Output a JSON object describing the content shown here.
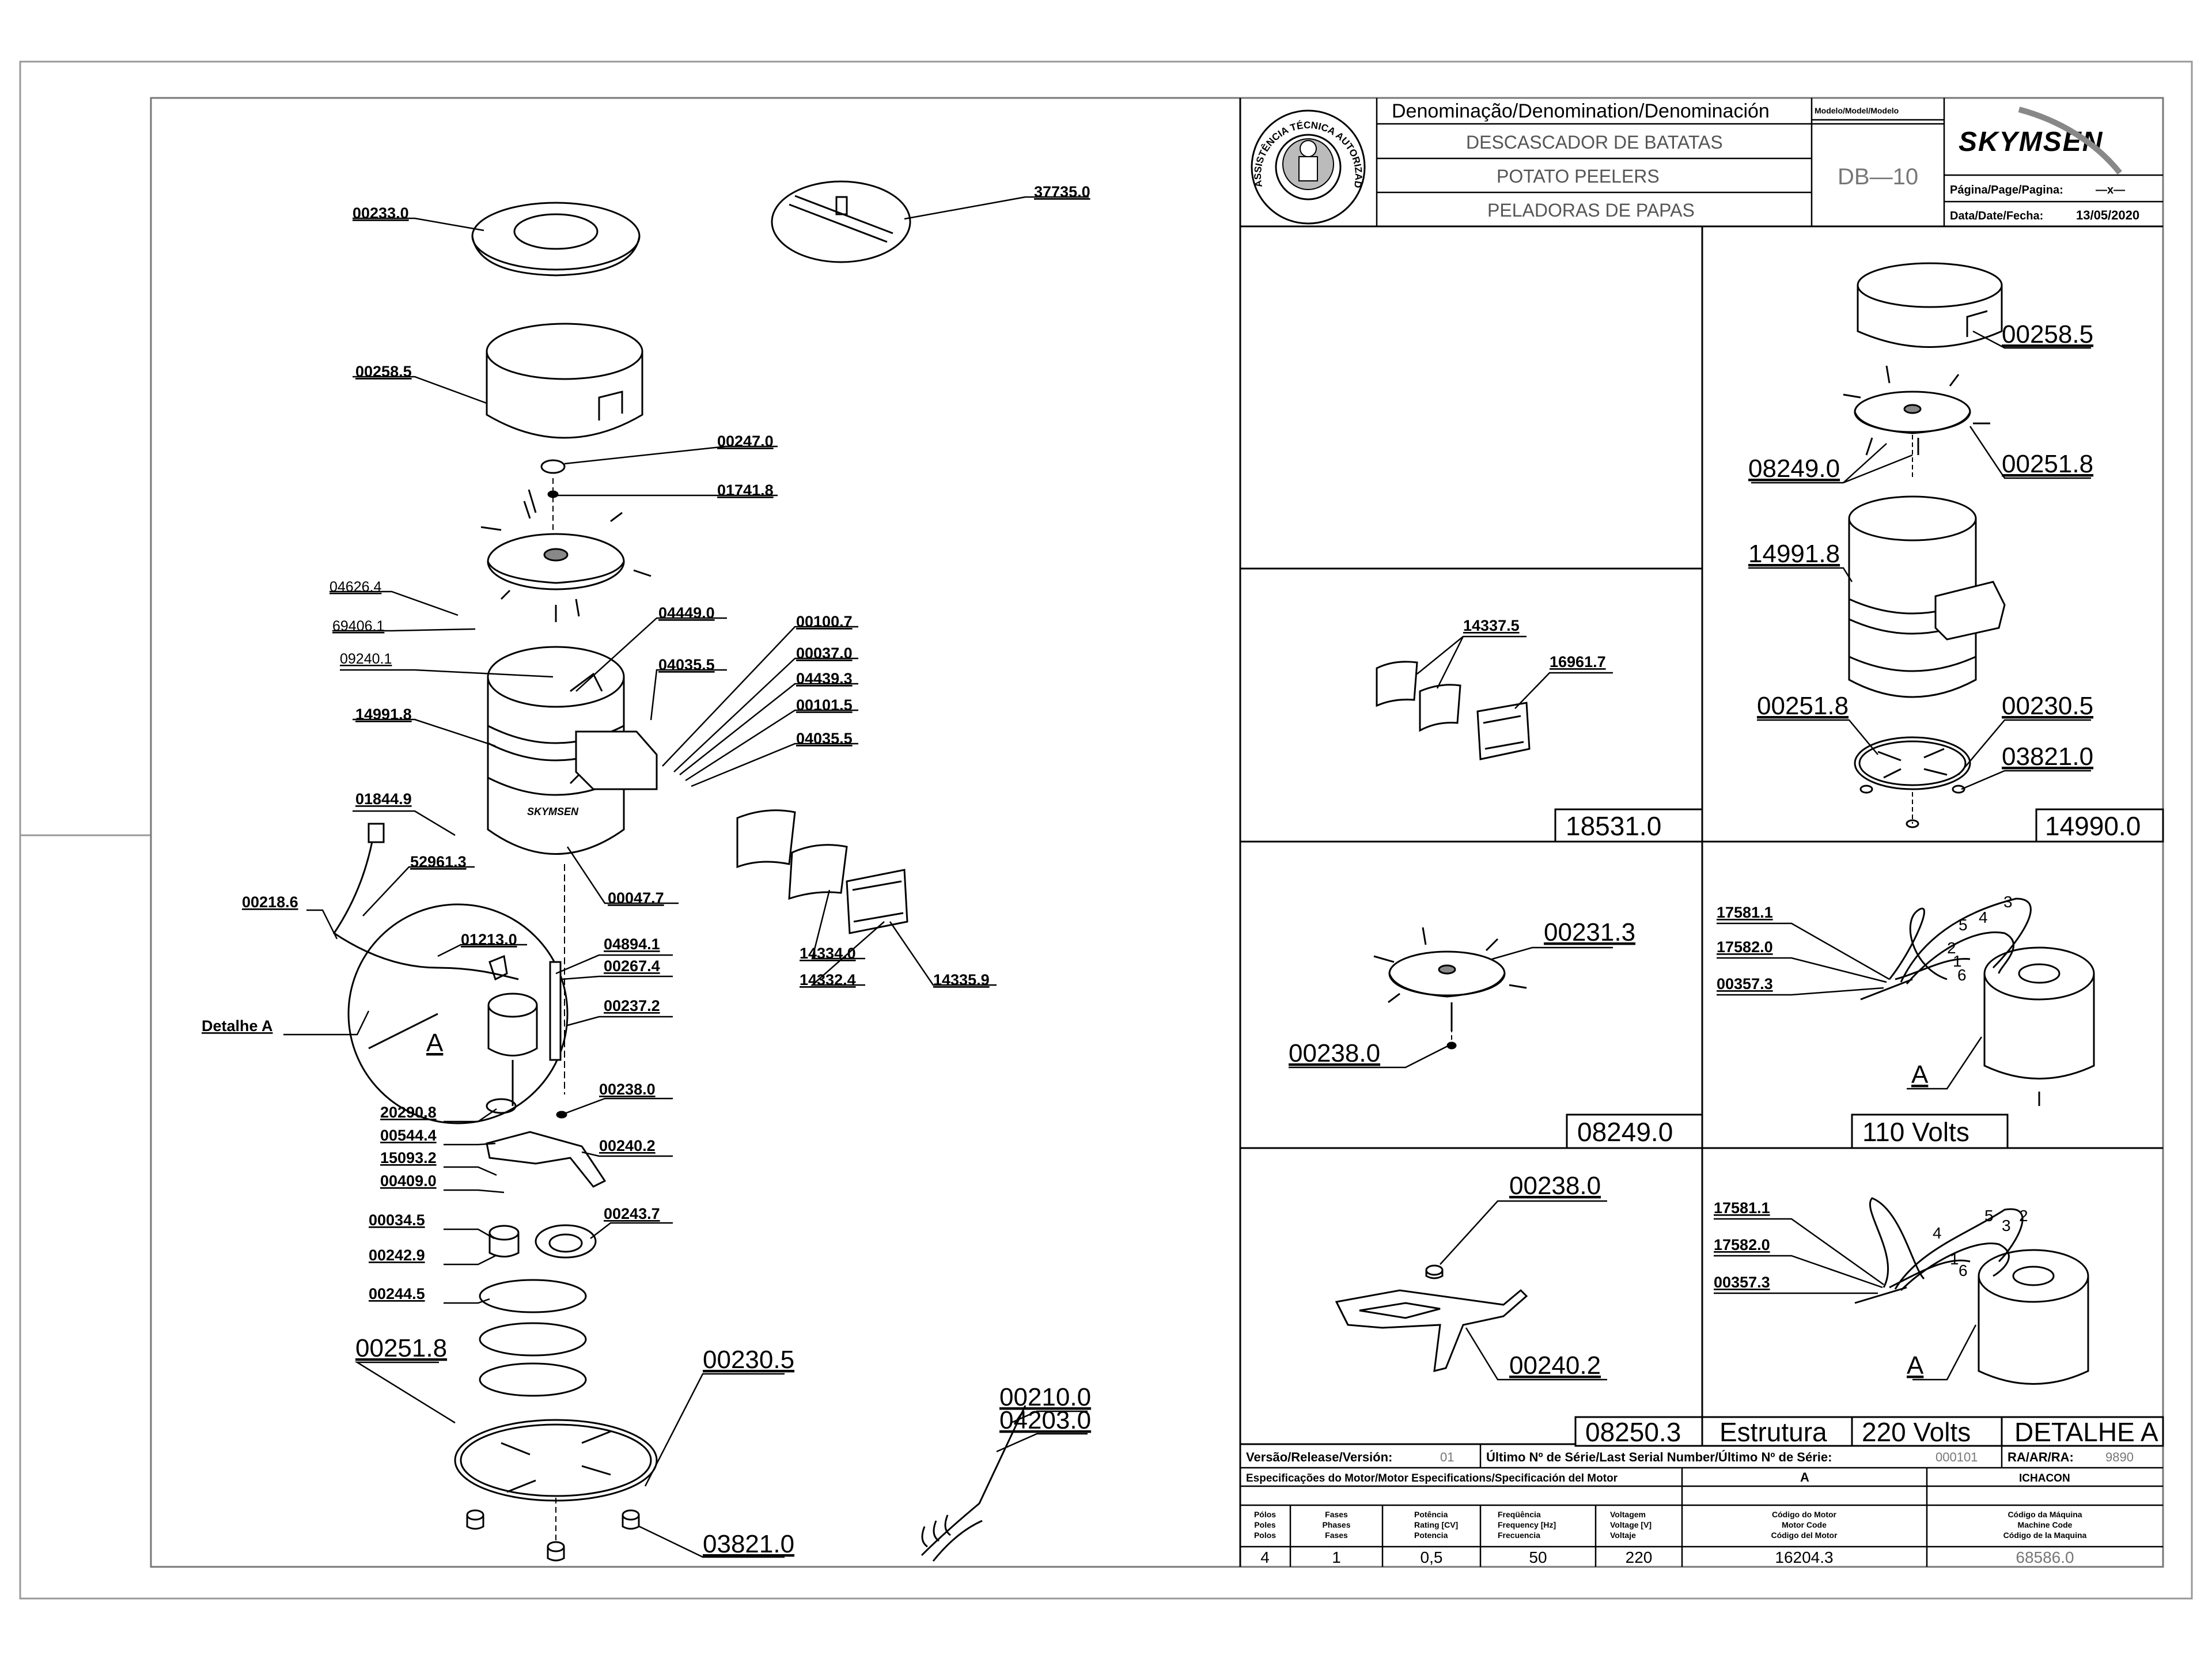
{
  "title_block": {
    "header": "Denominação/Denomination/Denominación",
    "model_header": "Modelo/Model/Modelo",
    "names": [
      "DESCASCADOR DE BATATAS",
      "POTATO PEELERS",
      "PELADORAS DE PAPAS"
    ],
    "model": "DB—10",
    "brand": "SKYMSEN",
    "page_label": "Página/Page/Pagina:",
    "page_value": "—x—",
    "date_label": "Data/Date/Fecha:",
    "date_value": "13/05/2020",
    "seal_text": "ASSISTÊNCIA TÉCNICA AUTORIZADA"
  },
  "main_labels": {
    "p00233_0": "00233.0",
    "p37735_0": "37735.0",
    "p00258_5": "00258.5",
    "p00247_0": "00247.0",
    "p01741_8": "01741.8",
    "p04626_4": "04626.4",
    "p69406_1": "69406.1",
    "p04449_0": "04449.0",
    "p09240_1": "09240.1",
    "p00100_7": "00100.7",
    "p00037_0": "00037.0",
    "p04035_5a": "04035.5",
    "p04439_3": "04439.3",
    "p00101_5": "00101.5",
    "p04035_5b": "04035.5",
    "p14991_8": "14991.8",
    "p01844_9": "01844.9",
    "p52961_3": "52961.3",
    "p00218_6": "00218.6",
    "p00047_7": "00047.7",
    "p01213_0": "01213.0",
    "p04894_1": "04894.1",
    "p00267_4": "00267.4",
    "p00237_2": "00237.2",
    "detalhe": "Detalhe A",
    "letter_a": "A",
    "p14334_0": "14334.0",
    "p14332_4": "14332.4",
    "p14335_9": "14335.9",
    "p00238_0": "00238.0",
    "p20290_8": "20290.8",
    "p00544_4": "00544.4",
    "p15093_2": "15093.2",
    "p00409_0": "00409.0",
    "p00240_2": "00240.2",
    "p00034_5": "00034.5",
    "p00243_7": "00243.7",
    "p00242_9": "00242.9",
    "p00244_5": "00244.5",
    "p00251_8": "00251.8",
    "p00230_5": "00230.5",
    "p00210_0": "00210.0",
    "p04203_0": "04203.0",
    "p03821_0": "03821.0",
    "bowl_logo": "SKYMSEN"
  },
  "panel_14990": {
    "box": "14990.0",
    "p00258_5": "00258.5",
    "p08249_0": "08249.0",
    "p00251_8a": "00251.8",
    "p14991_8": "14991.8",
    "p00251_8b": "00251.8",
    "p00230_5": "00230.5",
    "p03821_0": "03821.0"
  },
  "panel_18531": {
    "box": "18531.0",
    "p14337_5": "14337.5",
    "p16961_7": "16961.7"
  },
  "panel_08249": {
    "box": "08249.0",
    "p00231_3": "00231.3",
    "p00238_0": "00238.0"
  },
  "panel_110v": {
    "box": "110 Volts",
    "p17581_1": "17581.1",
    "p17582_0": "17582.0",
    "p00357_3": "00357.3",
    "letter": "A",
    "wires": [
      "3",
      "4",
      "5",
      "2",
      "1",
      "6"
    ]
  },
  "panel_08250": {
    "p00238_0": "00238.0",
    "p00240_2": "00240.2"
  },
  "panel_220v": {
    "p17581_1": "17581.1",
    "p17582_0": "17582.0",
    "p00357_3": "00357.3",
    "letter": "A",
    "wires": [
      "5",
      "3",
      "2",
      "4",
      "1",
      "6"
    ]
  },
  "bottom_boxes": [
    "08250.3",
    "Estrutura",
    "220 Volts",
    "DETALHE A"
  ],
  "release_row": {
    "version_label": "Versão/Release/Versión:",
    "version_value": "01",
    "serial_label": "Último Nº de Série/Last Serial Number/Último Nº de Série:",
    "serial_value": "000101",
    "ra_label": "RA/AR/RA:",
    "ra_value": "9890"
  },
  "motor_specs": {
    "header": "Especificações do Motor/Motor Especifications/Specificación del Motor",
    "col_a": "A",
    "col_ichacon": "ICHACON",
    "columns": [
      [
        "Pólos",
        "Poles",
        "Polos"
      ],
      [
        "Fases",
        "Phases",
        "Fases"
      ],
      [
        "Potência",
        "Rating [CV]",
        "Potencia"
      ],
      [
        "Freqüência",
        "Frequency [Hz]",
        "Frecuencia"
      ],
      [
        "Voltagem",
        "Voltage [V]",
        "Voltaje"
      ],
      [
        "Código do Motor",
        "Motor Code",
        "Código del Motor"
      ],
      [
        "Código da Máquina",
        "Machine Code",
        "Código de la Maquina"
      ]
    ],
    "values": [
      "4",
      "1",
      "0,5",
      "50",
      "220",
      "16204.3",
      "68586.0"
    ]
  }
}
